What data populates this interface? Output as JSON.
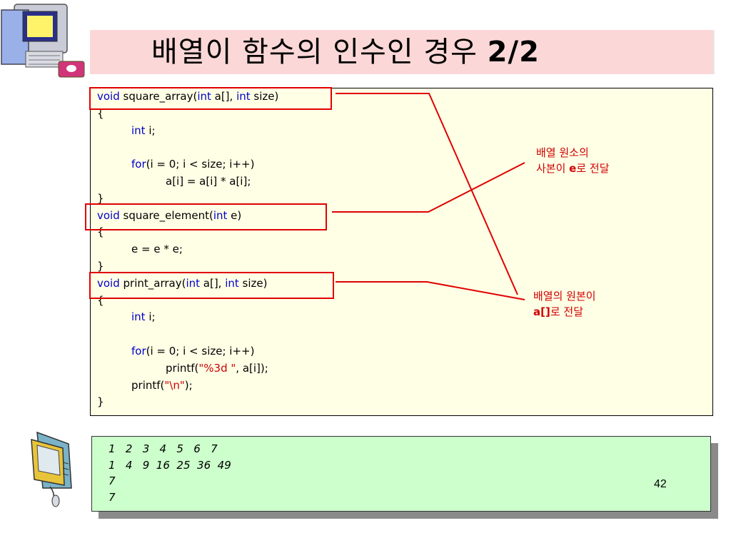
{
  "slide": {
    "title_main": "배열이 함수의 인수인 경우 ",
    "title_suffix": "2/2",
    "page_number": "42"
  },
  "code": {
    "l1": {
      "kw1": "void",
      "t1": " square_array(",
      "kw2": "int",
      "t2": " a[], ",
      "kw3": "int",
      "t3": " size)"
    },
    "l2": "{",
    "l3": {
      "kw": "int",
      "t": " i;"
    },
    "l5": {
      "kw": "for",
      "t": "(i = 0; i < size; i++)"
    },
    "l6": "a[i] = a[i] * a[i];",
    "l7": "}",
    "l8": {
      "kw1": "void",
      "t1": " square_element(",
      "kw2": "int",
      "t2": " e)"
    },
    "l9": "{",
    "l10": "e = e * e;",
    "l11": "}",
    "l12": {
      "kw1": "void",
      "t1": " print_array(",
      "kw2": "int",
      "t2": " a[], ",
      "kw3": "int",
      "t3": " size)"
    },
    "l13": "{",
    "l14": {
      "kw": "int",
      "t": " i;"
    },
    "l16": {
      "kw": "for",
      "t": "(i = 0; i < size; i++)"
    },
    "l17": {
      "t1": "printf(",
      "s": "\"%3d \"",
      "t2": ", a[i]);"
    },
    "l18": {
      "t1": "printf(",
      "s": "\"\\n\"",
      "t2": ");"
    },
    "l19": "}"
  },
  "notes": {
    "copy": {
      "line1": "배열 원소의",
      "line2_a": "사본이 ",
      "line2_em": "e",
      "line2_b": "로 전달"
    },
    "orig": {
      "line1": "배열의 원본이",
      "line2_em": "a[]",
      "line2_b": "로 전달"
    }
  },
  "output": {
    "lines": [
      "1   2   3   4   5   6   7",
      "1   4   9  16  25  36  49",
      "7",
      "7"
    ]
  },
  "colors": {
    "title_bg": "#fcd7d7",
    "code_bg": "#ffffe6",
    "keyword": "#0000cc",
    "highlight": "#e00000",
    "output_bg": "#ccffcc"
  },
  "icons": [
    "desktop-computer-icon",
    "computer-monitor-icon"
  ]
}
